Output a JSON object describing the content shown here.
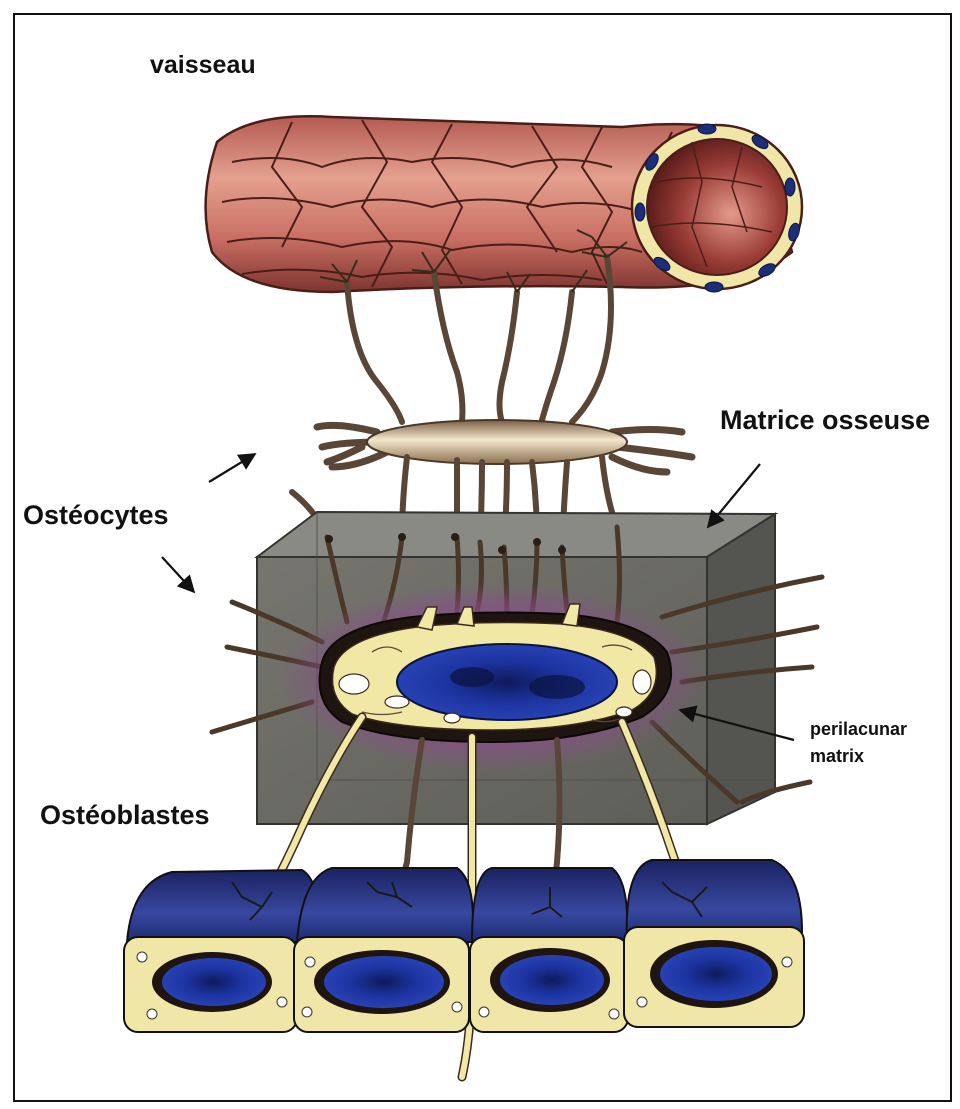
{
  "labels": {
    "vessel": "vaisseau",
    "bone_matrix": "Matrice osseuse",
    "osteocytes": "Ostéocytes",
    "osteoblasts": "Ostéoblastes",
    "perilacunar_line1": "perilacunar",
    "perilacunar_line2": "matrix"
  },
  "colors": {
    "vessel_outer": "#d98a7c",
    "vessel_cell_line": "#4a1e18",
    "vessel_lumen": "#7a2a28",
    "endothelium": "#f0e6a8",
    "endothelial_nucleus": "#1c2e7a",
    "osteocyte_body": "#d9c3a0",
    "dendrite": "#5a4636",
    "bone_block": "#6d6d67",
    "perilacunar_halo": "#8a4c8a",
    "cytoplasm": "#f2e8a6",
    "nucleus": "#1a2d8c",
    "osteoblast_top": "#2a3a8a"
  },
  "icons": [
    "arrow-osteocyte-upper",
    "arrow-osteocyte-lower",
    "arrow-bone-matrix",
    "arrow-perilacunar"
  ]
}
